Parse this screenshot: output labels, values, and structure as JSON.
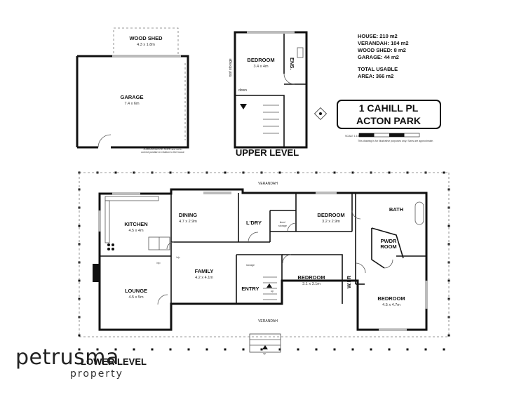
{
  "outbuildings": {
    "wood_shed": {
      "name": "WOOD SHED",
      "dim": "4.3 x 1.8m"
    },
    "garage": {
      "name": "GARAGE",
      "dim": "7.4 x 6m"
    },
    "note_line1": "GARAGE/WOOD SHED are not in",
    "note_line2": "correct position in relation to the house"
  },
  "upper_level": {
    "title": "UPPER LEVEL",
    "bedroom": {
      "name": "BEDROOM",
      "dim": "3.4 x 4m"
    },
    "ens": "ENS.",
    "roof_storage": "roof storage",
    "down": "down"
  },
  "areas": {
    "house": "HOUSE: 210 m2",
    "verandah": "VERANDAH: 104 m2",
    "wood_shed": "WOOD SHED: 8 m2",
    "garage": "GARAGE: 44 m2",
    "total_line1": "TOTAL USABLE",
    "total_line2": "AREA: 366 m2"
  },
  "address": {
    "line1": "1 CAHILL PL",
    "line2": "ACTON PARK"
  },
  "scale": {
    "label": "SCALE 1:100",
    "disclaimer": "This drawing is for illustrative purposes only. Sizes are approximate."
  },
  "lower_level": {
    "title": "LOWER LEVEL",
    "verandah_top": "VERANDAH",
    "verandah_bottom": "VERANDAH",
    "kitchen": {
      "name": "KITCHEN",
      "dim": "4.5 x 4m"
    },
    "dining": {
      "name": "DINING",
      "dim": "4.7 x 2.9m"
    },
    "laundry": "L'DRY",
    "linen": "linen/",
    "linen2": "storage",
    "bedroom1": {
      "name": "BEDROOM",
      "dim": "3.2 x 2.9m"
    },
    "bath": "BATH",
    "pwdr": "PWDR",
    "pwdr2": "ROOM",
    "family": {
      "name": "FAMILY",
      "dim": "4.2 x 4.1m"
    },
    "lounge": {
      "name": "LOUNGE",
      "dim": "4.5 x 5m"
    },
    "storage": "storage",
    "entry": "ENTRY",
    "up": "up",
    "bedroom2": {
      "name": "BEDROOM",
      "dim": "3.1 x 3.1m"
    },
    "wir": "W.I.R",
    "bedroom3": {
      "name": "BEDROOM",
      "dim": "4.5 x 4.7m"
    },
    "bkp": "b/p",
    "hp": "h/p"
  },
  "brand": {
    "name": "petrusma",
    "sub": "property"
  }
}
